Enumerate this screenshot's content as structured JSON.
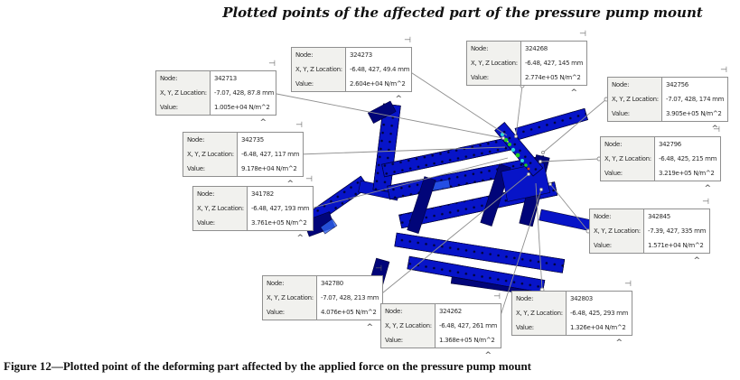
{
  "title": "Plotted points of the affected part of the pressure pump mount",
  "caption": "Figure 12—Plotted point of the deforming part affected by the applied force on the pressure pump mount",
  "labels": {
    "node": "Node:",
    "location": "X, Y, Z Location:",
    "value": "Value:"
  },
  "glyphs": {
    "pin": "⊣",
    "caret": "^"
  },
  "callouts": [
    {
      "node": "342713",
      "location": "-7.07, 428, 87.8 mm",
      "value": "1.005e+04 N/m^2"
    },
    {
      "node": "324273",
      "location": "-6.48, 427, 49.4 mm",
      "value": "2.604e+04 N/m^2"
    },
    {
      "node": "324268",
      "location": "-6.48, 427, 145 mm",
      "value": "2.774e+05 N/m^2"
    },
    {
      "node": "342756",
      "location": "-7.07, 428, 174 mm",
      "value": "3.905e+05 N/m^2"
    },
    {
      "node": "342796",
      "location": "-6.48, 425, 215 mm",
      "value": "3.219e+05 N/m^2"
    },
    {
      "node": "342845",
      "location": "-7.39, 427, 335 mm",
      "value": "1.571e+04 N/m^2"
    },
    {
      "node": "342735",
      "location": "-6.48, 427, 117 mm",
      "value": "9.178e+04 N/m^2"
    },
    {
      "node": "341782",
      "location": "-6.48, 427, 193 mm",
      "value": "3.761e+05 N/m^2"
    },
    {
      "node": "342780",
      "location": "-7.07, 428, 213 mm",
      "value": "4.076e+05 N/m^2"
    },
    {
      "node": "324262",
      "location": "-6.48, 427, 261 mm",
      "value": "1.368e+05 N/m^2"
    },
    {
      "node": "342803",
      "location": "-6.48, 425, 293 mm",
      "value": "1.326e+04 N/m^2"
    }
  ],
  "colors": {
    "model-blue": "#0714c8",
    "model-dark": "#010579",
    "model-light": "#2e62ee",
    "stress-green": "#22cc22",
    "stress-cyan": "#2fd9d9",
    "stress-red": "#d9401c",
    "leader-gray": "#8f8f8f",
    "box-border": "#8f8f8f",
    "box-label-bg": "#f1f1ee"
  }
}
